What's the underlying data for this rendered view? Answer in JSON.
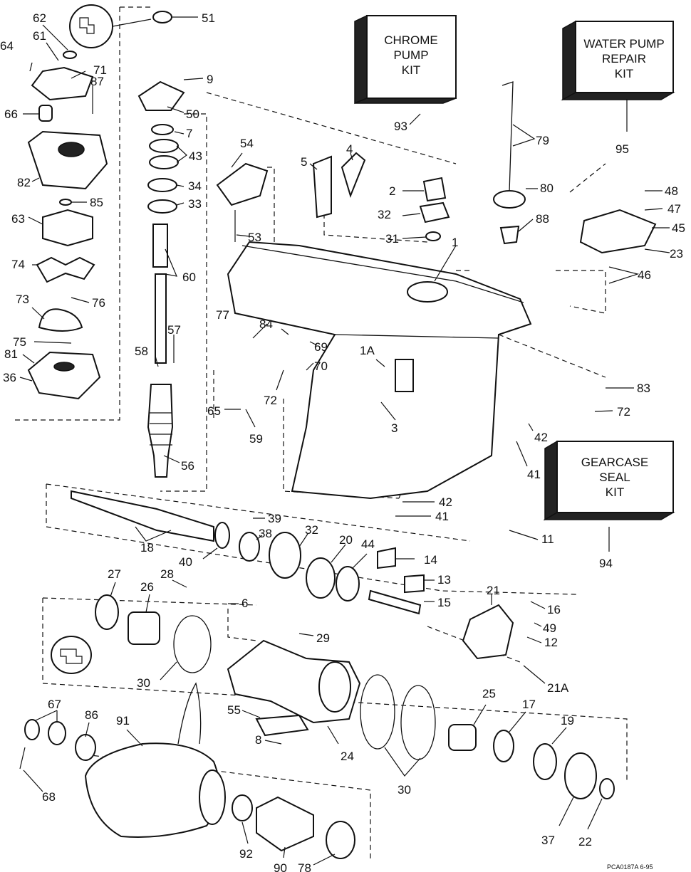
{
  "kits": {
    "chrome_pump": [
      "CHROME",
      "PUMP",
      "KIT"
    ],
    "water_pump": [
      "WATER PUMP",
      "REPAIR",
      "KIT"
    ],
    "gearcase_seal": [
      "GEARCASE",
      "SEAL",
      "KIT"
    ]
  },
  "callouts": [
    "1",
    "1A",
    "2",
    "3",
    "4",
    "5",
    "6",
    "7",
    "8",
    "9",
    "11",
    "12",
    "13",
    "14",
    "15",
    "16",
    "17",
    "18",
    "19",
    "20",
    "21",
    "21A",
    "22",
    "23",
    "24",
    "25",
    "26",
    "27",
    "28",
    "29",
    "30",
    "30",
    "31",
    "32",
    "32",
    "33",
    "34",
    "36",
    "37",
    "38",
    "39",
    "40",
    "41",
    "41",
    "42",
    "42",
    "43",
    "44",
    "45",
    "46",
    "47",
    "48",
    "49",
    "50",
    "51",
    "53",
    "54",
    "55",
    "56",
    "57",
    "58",
    "59",
    "60",
    "61",
    "62",
    "63",
    "64",
    "65",
    "66",
    "67",
    "68",
    "69",
    "70",
    "71",
    "72",
    "72",
    "73",
    "74",
    "75",
    "76",
    "77",
    "78",
    "79",
    "80",
    "81",
    "82",
    "83",
    "84",
    "85",
    "86",
    "87",
    "88",
    "90",
    "91",
    "92",
    "93",
    "94",
    "95"
  ],
  "footer_ref": "PCA0187A   6-95",
  "colors": {
    "ink": "#111111",
    "background": "#ffffff"
  }
}
